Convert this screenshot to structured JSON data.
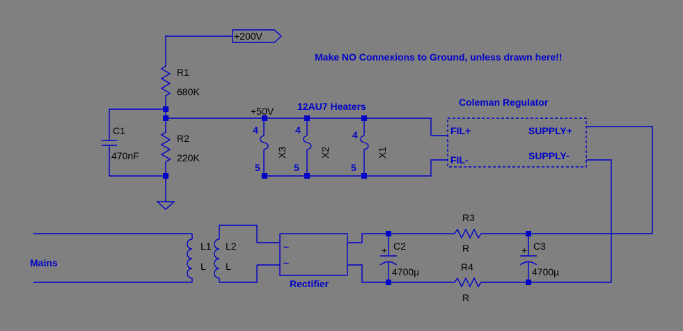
{
  "note": "Make NO Connexions to Ground, unless drawn here!!",
  "flags": {
    "supply200": "+200V",
    "supply50": "+50V"
  },
  "components": {
    "r1": {
      "ref": "R1",
      "value": "680K"
    },
    "r2": {
      "ref": "R2",
      "value": "220K"
    },
    "c1": {
      "ref": "C1",
      "value": "470nF"
    },
    "c2": {
      "ref": "C2",
      "value": "4700µ",
      "plus": "+"
    },
    "c3": {
      "ref": "C3",
      "value": "4700µ",
      "plus": "+"
    },
    "r3": {
      "ref": "R3",
      "value": "R"
    },
    "r4": {
      "ref": "R4",
      "value": "R"
    },
    "l1": {
      "ref": "L1",
      "value": "L"
    },
    "l2": {
      "ref": "L2",
      "value": "L"
    },
    "x1": {
      "ref": "X1",
      "pin_top": "4",
      "pin_bottom": "5"
    },
    "x2": {
      "ref": "X2",
      "pin_top": "4",
      "pin_bottom": "5"
    },
    "x3": {
      "ref": "X3",
      "pin_top": "4",
      "pin_bottom": "5"
    }
  },
  "heaters_label": "12AU7 Heaters",
  "regulator": {
    "title": "Coleman Regulator",
    "fil_plus": "FIL+",
    "fil_minus": "FIL-",
    "supply_plus": "SUPPLY+",
    "supply_minus": "SUPPLY-"
  },
  "rectifier": {
    "label": "Rectifier",
    "ac1": "~",
    "ac2": "~"
  },
  "mains_label": "Mains",
  "colors": {
    "background": "#808080",
    "wire": "#0000c8",
    "text": "#000000",
    "label": "#0000c8"
  }
}
